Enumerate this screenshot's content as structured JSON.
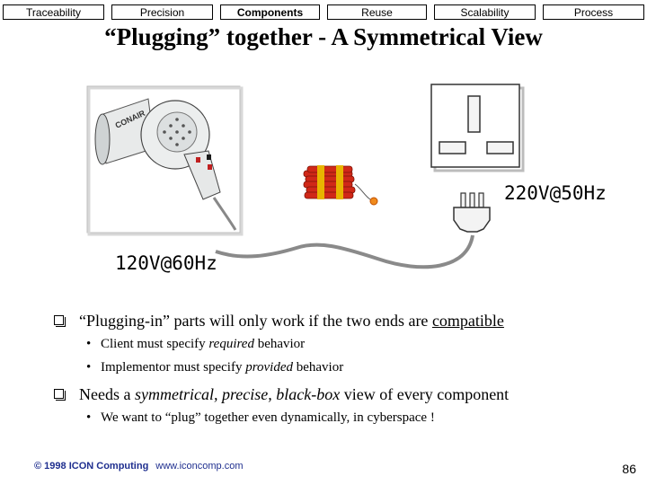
{
  "tabs": [
    {
      "label": "Traceability"
    },
    {
      "label": "Precision"
    },
    {
      "label": "Components",
      "active": true
    },
    {
      "label": "Reuse"
    },
    {
      "label": "Scalability"
    },
    {
      "label": "Process"
    }
  ],
  "title": "“Plugging” together - A Symmetrical View",
  "labels": {
    "left_voltage": "120V@60Hz",
    "right_voltage": "220V@50Hz",
    "dryer_brand": "CONAIR"
  },
  "bullets": {
    "b1_text": "“Plugging-in” parts will only work if the two ends are ",
    "b1_emph": "compatible",
    "b1_sub1_a": "Client must specify ",
    "b1_sub1_em": "required",
    "b1_sub1_b": " behavior",
    "b1_sub2_a": "Implementor must specify ",
    "b1_sub2_em": "provided",
    "b1_sub2_b": " behavior",
    "b2_a": "Needs a ",
    "b2_em": "symmetrical, precise, black-box",
    "b2_b": " view of every component",
    "b2_sub1": "We want to “plug” together even dynamically, in cyberspace !",
    "sub_marker": "•"
  },
  "footer": {
    "copyright": "© 1998 ICON Computing",
    "url": "www.iconcomp.com",
    "page_number": "86"
  },
  "colors": {
    "tab_border": "#000000",
    "footer_blue": "#1f2f8f",
    "dynamite_red": "#d02818",
    "dynamite_band": "#e8b400"
  }
}
